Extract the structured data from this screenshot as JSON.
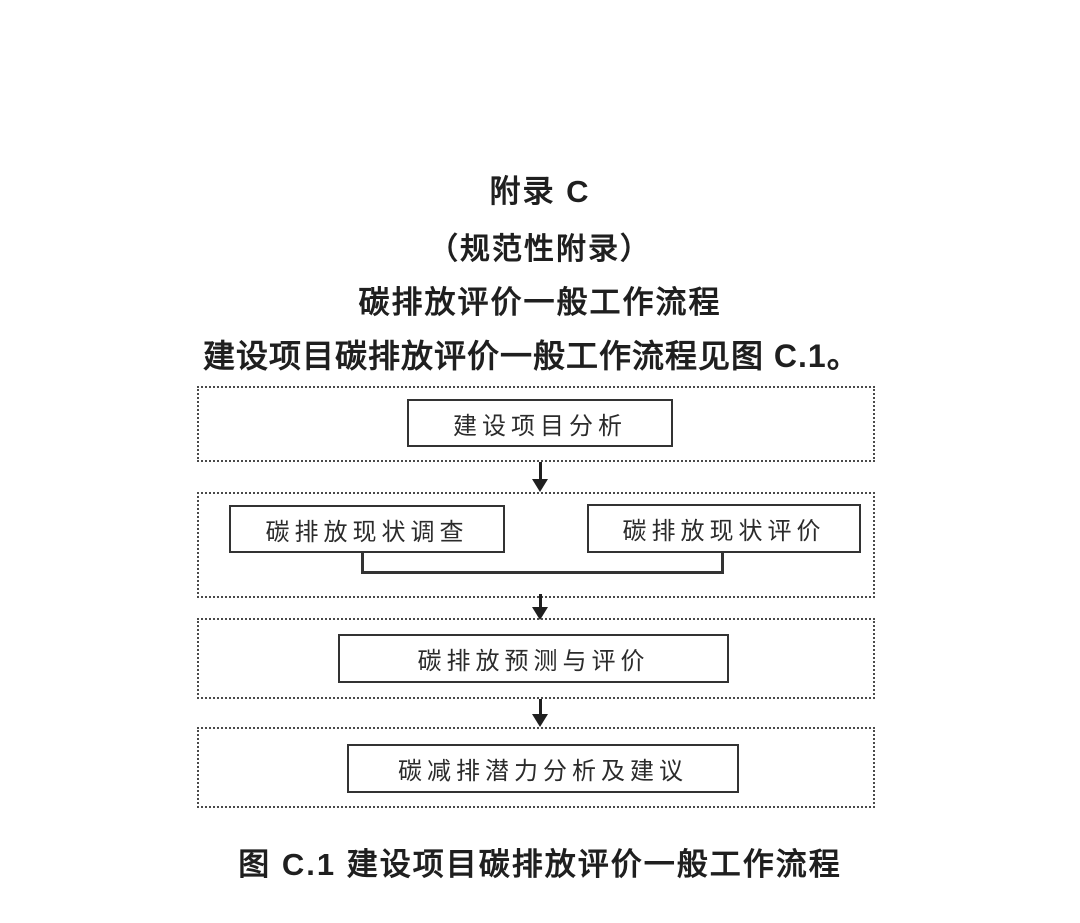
{
  "document": {
    "title": "附录 C",
    "subtitle": "（规范性附录）",
    "heading": "碳排放评价一般工作流程",
    "intro": "建设项目碳排放评价一般工作流程见图 C.1。",
    "figure_caption": "图 C.1 建设项目碳排放评价一般工作流程"
  },
  "flowchart": {
    "steps": [
      {
        "boxes": [
          "建设项目分析"
        ]
      },
      {
        "boxes": [
          "碳排放现状调查",
          "碳排放现状评价"
        ]
      },
      {
        "boxes": [
          "碳排放预测与评价"
        ]
      },
      {
        "boxes": [
          "碳减排潜力分析及建议"
        ]
      }
    ]
  },
  "colors": {
    "ink": "#1f1f1f",
    "box_border": "#333333",
    "dotted_border": "#4a4a4a",
    "background": "#ffffff"
  }
}
